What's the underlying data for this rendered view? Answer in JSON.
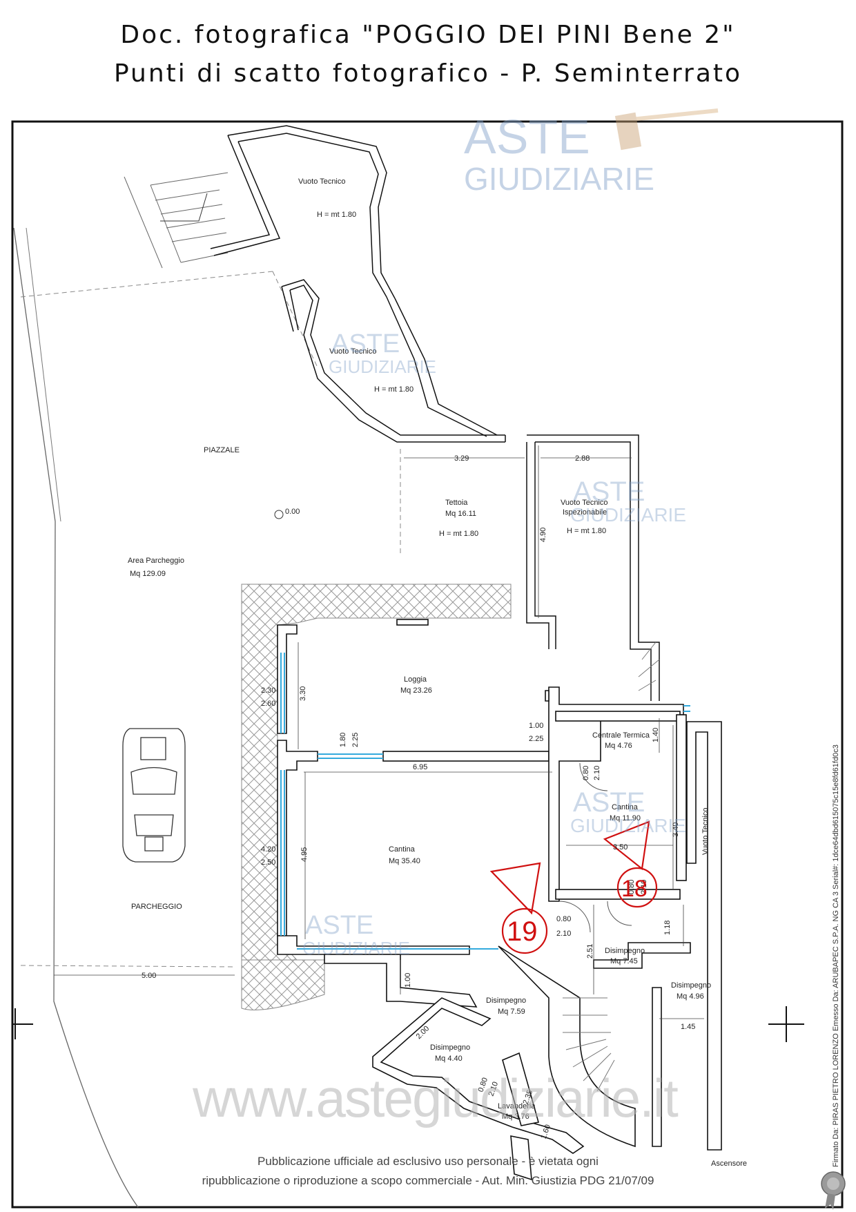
{
  "header": {
    "title_line1": "Doc. fotografica \"POGGIO DEI PINI Bene 2\"",
    "title_line2": "Punti di scatto fotografico - P. Seminterrato"
  },
  "watermark": {
    "brand_top": "ASTE",
    "brand_bottom": "GIUDIZIARIE",
    "site": "www.astegiudiziarie.it",
    "color": "#7f9fc8"
  },
  "rooms": {
    "vuoto_tecnico_1": {
      "name": "Vuoto Tecnico",
      "height": "H = mt 1.80"
    },
    "vuoto_tecnico_2": {
      "name": "Vuoto Tecnico",
      "height": "H = mt 1.80"
    },
    "piazzale": {
      "name": "PIAZZALE"
    },
    "quota": {
      "value": "0.00"
    },
    "area_parcheggio": {
      "name": "Area Parcheggio",
      "area": "Mq 129.09"
    },
    "tettoia": {
      "name": "Tettoia",
      "area": "Mq 16.11",
      "height": "H = mt 1.80"
    },
    "vuoto_ispezionabile": {
      "name": "Vuoto Tecnico",
      "name2": "Ispezionabile",
      "height": "H = mt 1.80"
    },
    "loggia": {
      "name": "Loggia",
      "area": "Mq 23.26"
    },
    "centrale_termica": {
      "name": "Centrale Termica",
      "area": "Mq 4.76"
    },
    "cantina_small": {
      "name": "Cantina",
      "area": "Mq 11.90"
    },
    "vuoto_tecnico_3": {
      "name": "Vuoto Tecnico"
    },
    "cantina_big": {
      "name": "Cantina",
      "area": "Mq 35.40"
    },
    "parcheggio": {
      "name": "PARCHEGGIO"
    },
    "disimpegno_745": {
      "name": "Disimpegno",
      "area": "Mq 7.45"
    },
    "disimpegno_496": {
      "name": "Disimpegno",
      "area": "Mq 4.96"
    },
    "disimpegno_759": {
      "name": "Disimpegno",
      "area": "Mq 7.59"
    },
    "disimpegno_440": {
      "name": "Disimpegno",
      "area": "Mq 4.40"
    },
    "lavanderia": {
      "name": "Lavanderia",
      "area": "Mq 3.76"
    },
    "ascensore": {
      "name": "Ascensore"
    }
  },
  "dimensions": {
    "d329": "3.29",
    "d288": "2.88",
    "d490": "4.90",
    "d330": "3.30",
    "d230": "2.30",
    "d260": "2.60",
    "d180": "1.80",
    "d225a": "2.25",
    "d100a": "1.00",
    "d225b": "2.25",
    "d140": "1.40",
    "d695": "6.95",
    "d080a": "0.80",
    "d210a": "2.10",
    "d350": "3.50",
    "d340": "3.40",
    "d420": "4.20",
    "d250": "2.50",
    "d495": "4.95",
    "d080b": "0.80",
    "d210b": "2.10",
    "d080c": "0.80",
    "d210c": "2.10",
    "d118": "1.18",
    "d251": "2.51",
    "d500": "5.00",
    "d100b": "1.00",
    "d145": "1.45",
    "d200": "2.00",
    "d080d": "0.80",
    "d210d": "2.10",
    "d235": "2.35",
    "d160": "1.60"
  },
  "shots": {
    "s18": "18",
    "s19": "19",
    "color": "#d01010"
  },
  "side_stamp": "Firmato Da: PIRAS PIETRO LORENZO Emesso Da: ARUBAPEC S.P.A. NG CA 3 Serial#: 1dce64dbd615075c15e8fd61fd0c3",
  "footer": {
    "line1": "Pubblicazione ufficiale ad esclusivo uso personale - è vietata ogni",
    "line2": "ripubblicazione o riproduzione a scopo commerciale - Aut. Min. Giustizia PDG 21/07/09"
  }
}
